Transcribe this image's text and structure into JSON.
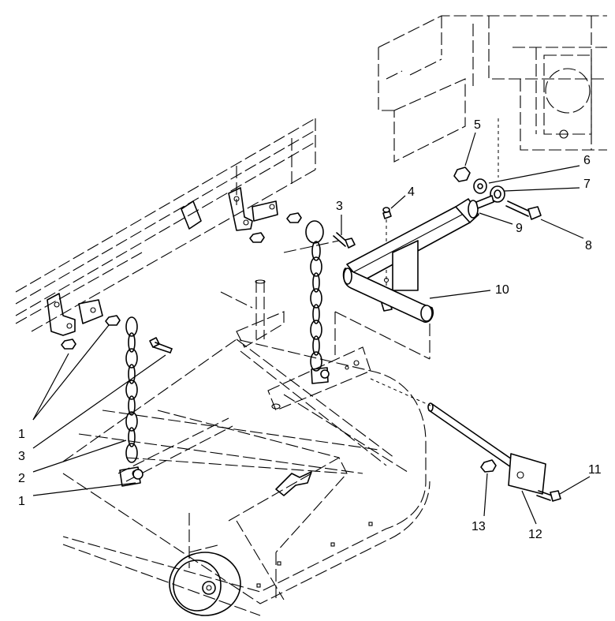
{
  "diagram": {
    "callouts": [
      {
        "id": "c1a",
        "text": "1"
      },
      {
        "id": "c3a",
        "text": "3"
      },
      {
        "id": "c2",
        "text": "2"
      },
      {
        "id": "c1b",
        "text": "1"
      },
      {
        "id": "c3b",
        "text": "3"
      },
      {
        "id": "c4",
        "text": "4"
      },
      {
        "id": "c5",
        "text": "5"
      },
      {
        "id": "c6",
        "text": "6"
      },
      {
        "id": "c7",
        "text": "7"
      },
      {
        "id": "c8",
        "text": "8"
      },
      {
        "id": "c9",
        "text": "9"
      },
      {
        "id": "c10",
        "text": "10"
      },
      {
        "id": "c11",
        "text": "11"
      },
      {
        "id": "c12",
        "text": "12"
      },
      {
        "id": "c13",
        "text": "13"
      }
    ]
  }
}
